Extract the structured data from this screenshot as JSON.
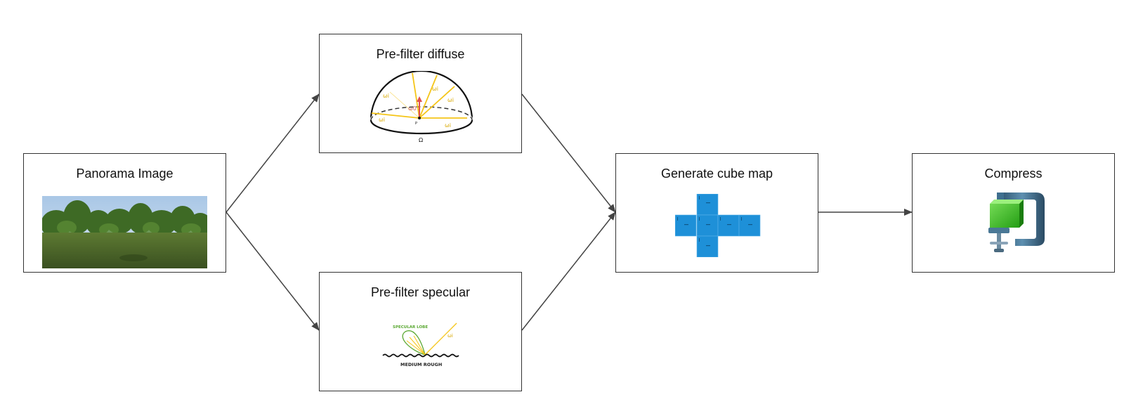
{
  "nodes": {
    "panorama": {
      "title": "Panorama Image",
      "icon": "panorama-photo"
    },
    "diffuse": {
      "title": "Pre-filter diffuse",
      "icon": "hemisphere-diagram",
      "labels": {
        "omega_i": "ωi",
        "omega_0": "ω0",
        "point": "P",
        "domain": "Ω"
      }
    },
    "specular": {
      "title": "Pre-filter specular",
      "icon": "specular-lobe-diagram",
      "labels": {
        "lobe": "SPECULAR LOBE",
        "omega_i": "ωi",
        "surface": "MEDIUM ROUGH"
      }
    },
    "cubemap": {
      "title": "Generate cube map",
      "icon": "cube-map-cross"
    },
    "compress": {
      "title": "Compress",
      "icon": "clamp-compress-icon"
    }
  },
  "edges": [
    {
      "from": "panorama",
      "to": "diffuse"
    },
    {
      "from": "panorama",
      "to": "specular"
    },
    {
      "from": "diffuse",
      "to": "cubemap"
    },
    {
      "from": "specular",
      "to": "cubemap"
    },
    {
      "from": "cubemap",
      "to": "compress"
    }
  ],
  "colors": {
    "box_border": "#333333",
    "arrow": "#444444",
    "ray": "#f5c518",
    "normal": "#e05050",
    "lobe": "#5aa832",
    "cube_face": "#1e90d8",
    "clamp_body": "#3f6f8f",
    "clamp_block": "#35c21a"
  }
}
